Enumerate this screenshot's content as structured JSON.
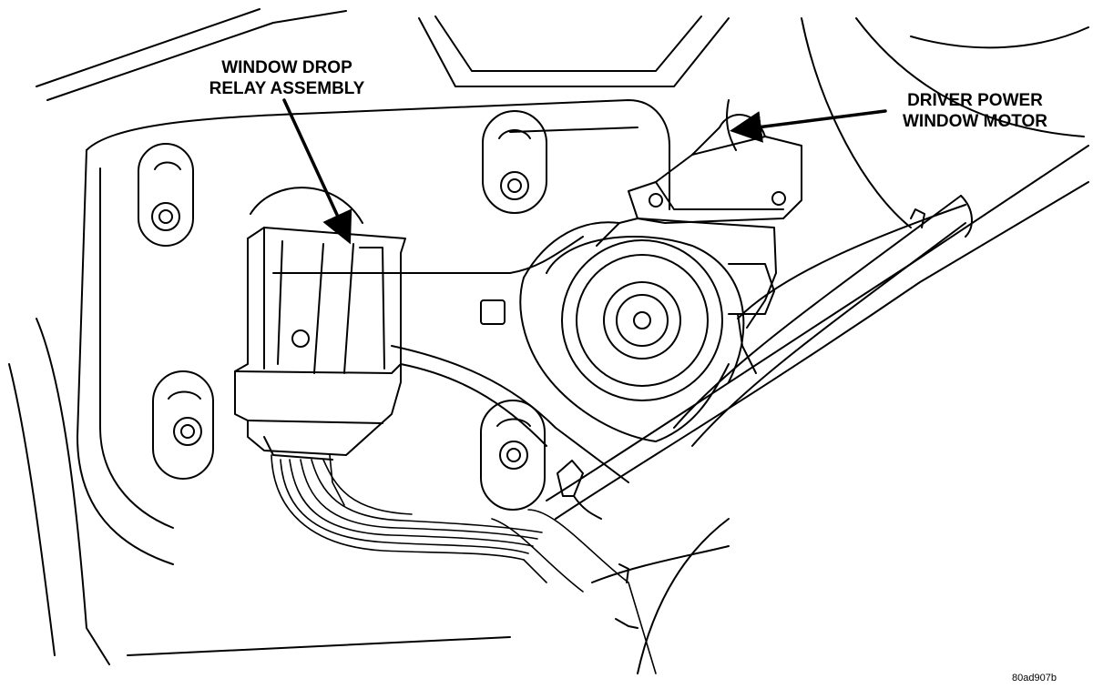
{
  "callouts": {
    "relay": {
      "line1": "WINDOW DROP",
      "line2": "RELAY ASSEMBLY"
    },
    "motor": {
      "line1": "DRIVER POWER",
      "line2": "WINDOW MOTOR"
    }
  },
  "figure_id": "80ad907b",
  "colors": {
    "ink": "#000000",
    "paper": "#ffffff"
  }
}
